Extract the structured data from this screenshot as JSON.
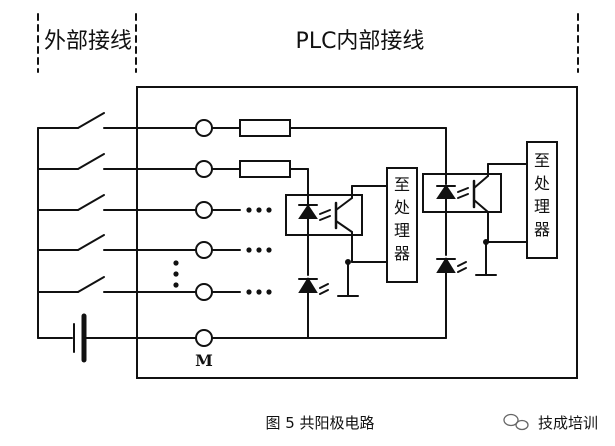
{
  "header": {
    "external_label": "外部接线",
    "internal_label": "PLC内部接线"
  },
  "terminals": {
    "common_label": "M"
  },
  "processors": {
    "left_label": [
      "至",
      "处",
      "理",
      "器"
    ],
    "right_label": [
      "至",
      "处",
      "理",
      "器"
    ]
  },
  "caption": {
    "text": "图 5 共阳极电路"
  },
  "watermark": {
    "text": "技成培训"
  },
  "colors": {
    "line": "#111111",
    "background": "#ffffff"
  }
}
